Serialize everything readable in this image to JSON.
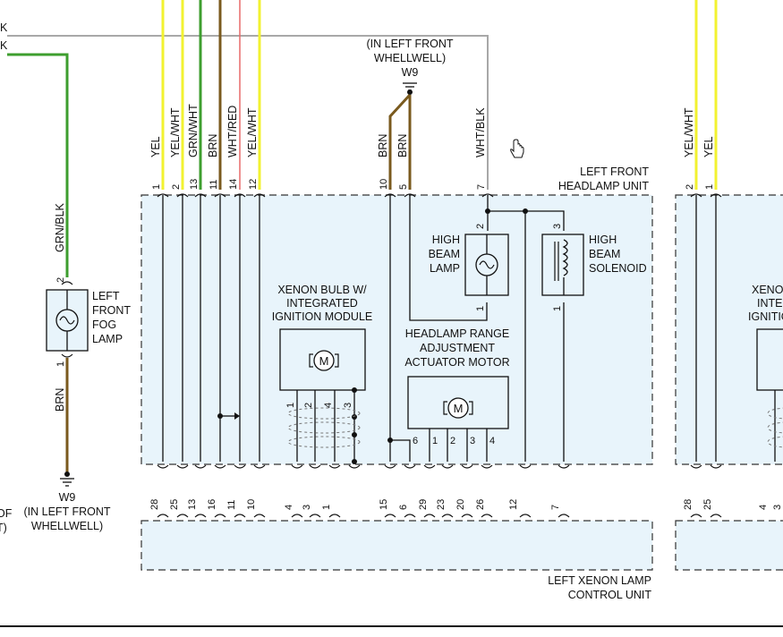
{
  "edge_labels": {
    "top1": "K",
    "top2": "K",
    "left1": "OF",
    "left2": "T)"
  },
  "ground_top": {
    "title_line1": "(IN LEFT FRONT",
    "title_line2": "WHELLWELL)",
    "id": "W9"
  },
  "ground_left": {
    "id": "W9",
    "line1": "(IN LEFT FRONT",
    "line2": "WHELLWELL)"
  },
  "fog_lamp": {
    "line1": "LEFT",
    "line2": "FRONT",
    "line3": "FOG",
    "line4": "LAMP",
    "pin_top": "2",
    "pin_bottom": "1"
  },
  "wires": {
    "fog_top": "GRN/BLK",
    "fog_bottom": "BRN",
    "w1": "YEL",
    "w2": "YEL/WHT",
    "w3": "GRN/WHT",
    "w4": "BRN",
    "w5": "WHT/RED",
    "w6": "YEL/WHT",
    "w7": "BRN",
    "w8": "BRN",
    "w9": "WHT/BLK",
    "r1": "YEL/WHT",
    "r2": "YEL"
  },
  "headlamp_pins": {
    "p1": "1",
    "p2": "2",
    "p3": "13",
    "p4": "11",
    "p5": "14",
    "p6": "12",
    "p7": "10",
    "p8": "5",
    "p9": "7"
  },
  "headlamp_unit": {
    "line1": "LEFT FRONT",
    "line2": "HEADLAMP UNIT"
  },
  "high_beam_lamp": {
    "line1": "HIGH",
    "line2": "BEAM",
    "line3": "LAMP",
    "pin_top": "2",
    "pin_bottom": "1"
  },
  "high_beam_solenoid": {
    "line1": "HIGH",
    "line2": "BEAM",
    "line3": "SOLENOID",
    "pin_top": "3",
    "pin_bottom": "1"
  },
  "xenon_bulb": {
    "line1": "XENON BULB W/",
    "line2": "INTEGRATED",
    "line3": "IGNITION MODULE",
    "motor_symbol": "M",
    "pins": [
      "1",
      "2",
      "4",
      "3"
    ]
  },
  "actuator": {
    "line1": "HEADLAMP RANGE",
    "line2": "ADJUSTMENT",
    "line3": "ACTUATOR MOTOR",
    "motor_symbol": "M",
    "pins": [
      "6",
      "1",
      "2",
      "3",
      "4"
    ]
  },
  "control_pins": [
    "28",
    "25",
    "13",
    "16",
    "11",
    "10",
    "4",
    "3",
    "1",
    "15",
    "6",
    "29",
    "23",
    "20",
    "26",
    "12",
    "7"
  ],
  "control_unit": {
    "line1": "LEFT XENON LAMP",
    "line2": "CONTROL UNIT"
  },
  "right_unit": {
    "pins": [
      "2",
      "1"
    ],
    "control_pins": [
      "28",
      "25",
      "4",
      "3"
    ],
    "xenon_line1": "XENO",
    "xenon_line2": "INTE",
    "xenon_line3": "IGNITIO"
  },
  "colors": {
    "yel": "#f2f230",
    "grn": "#3d9e2e",
    "brn": "#7a5a1e",
    "red": "#e86a6a",
    "gray": "#a8a8a8",
    "box_fill": "#e8f4fb",
    "line": "#111111"
  }
}
